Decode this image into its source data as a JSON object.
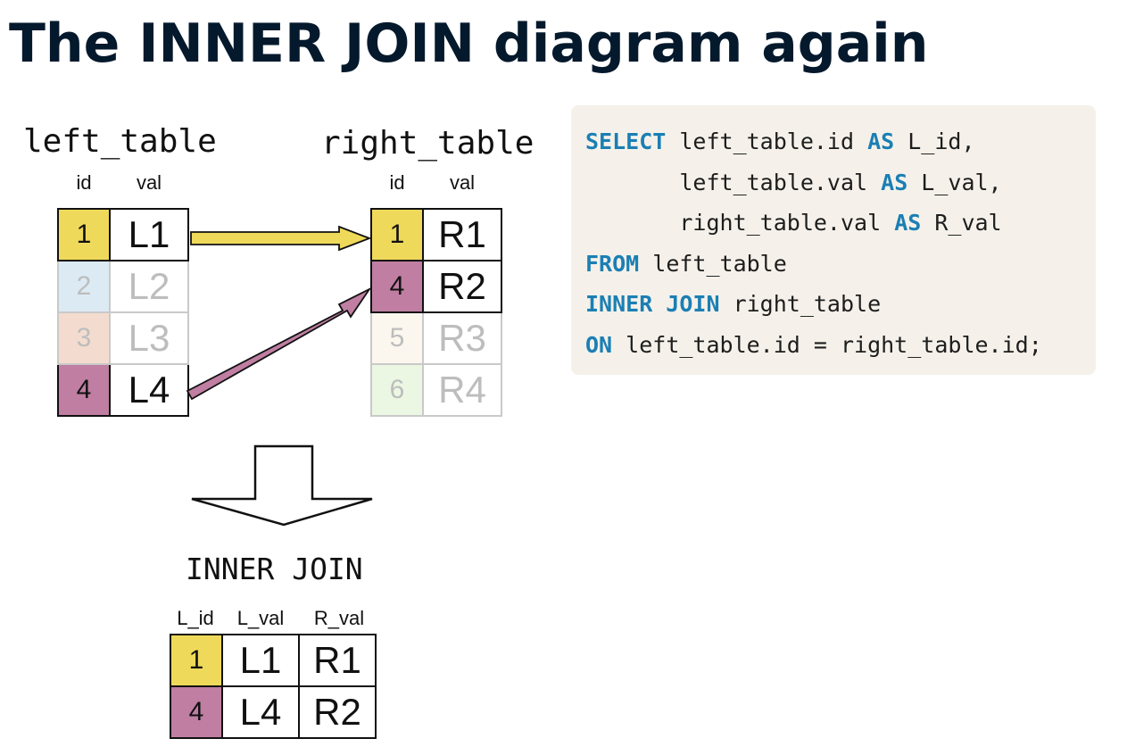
{
  "title": "The INNER JOIN diagram again",
  "left_table": {
    "name": "left_table",
    "columns": [
      "id",
      "val"
    ],
    "rows": [
      {
        "id": "1",
        "val": "L1",
        "color": "#efd95a",
        "matched": true
      },
      {
        "id": "2",
        "val": "L2",
        "color": "#dceaf4",
        "matched": false
      },
      {
        "id": "3",
        "val": "L3",
        "color": "#f3dccf",
        "matched": false
      },
      {
        "id": "4",
        "val": "L4",
        "color": "#bf7ea2",
        "matched": true
      }
    ]
  },
  "right_table": {
    "name": "right_table",
    "columns": [
      "id",
      "val"
    ],
    "rows": [
      {
        "id": "1",
        "val": "R1",
        "color": "#efd95a",
        "matched": true
      },
      {
        "id": "4",
        "val": "R2",
        "color": "#bf7ea2",
        "matched": true
      },
      {
        "id": "5",
        "val": "R3",
        "color": "#fbf6ee",
        "matched": false
      },
      {
        "id": "6",
        "val": "R4",
        "color": "#ebf7e3",
        "matched": false
      }
    ]
  },
  "join_label": "INNER JOIN",
  "result_table": {
    "columns": [
      "L_id",
      "L_val",
      "R_val"
    ],
    "rows": [
      {
        "l_id": "1",
        "l_val": "L1",
        "r_val": "R1",
        "color": "#efd95a"
      },
      {
        "l_id": "4",
        "l_val": "L4",
        "r_val": "R2",
        "color": "#bf7ea2"
      }
    ]
  },
  "code": {
    "lines": [
      [
        {
          "kw": true,
          "t": "SELECT"
        },
        {
          "kw": false,
          "t": " left_table.id "
        },
        {
          "kw": true,
          "t": "AS"
        },
        {
          "kw": false,
          "t": " L_id,"
        }
      ],
      [
        {
          "kw": false,
          "t": "       left_table.val "
        },
        {
          "kw": true,
          "t": "AS"
        },
        {
          "kw": false,
          "t": " L_val,"
        }
      ],
      [
        {
          "kw": false,
          "t": "       right_table.val "
        },
        {
          "kw": true,
          "t": "AS"
        },
        {
          "kw": false,
          "t": " R_val"
        }
      ],
      [
        {
          "kw": true,
          "t": "FROM"
        },
        {
          "kw": false,
          "t": " left_table"
        }
      ],
      [
        {
          "kw": true,
          "t": "INNER JOIN"
        },
        {
          "kw": false,
          "t": " right_table"
        }
      ],
      [
        {
          "kw": true,
          "t": "ON"
        },
        {
          "kw": false,
          "t": " left_table.id = right_table.id;"
        }
      ]
    ]
  },
  "colors": {
    "yellow": "#efd95a",
    "purple": "#bf7ea2",
    "keyword": "#1b7fb4",
    "code_background": "#f5f1ea",
    "title": "#05192d"
  }
}
